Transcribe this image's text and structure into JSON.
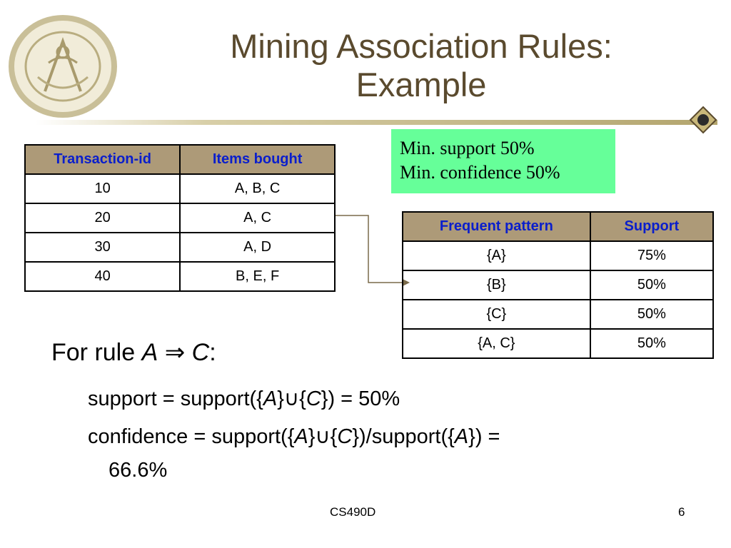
{
  "title": {
    "line1": "Mining Association Rules:",
    "line2": "Example"
  },
  "min_box": {
    "support": "Min. support 50%",
    "confidence": "Min. confidence 50%"
  },
  "transactions": {
    "headers": [
      "Transaction-id",
      "Items bought"
    ],
    "rows": [
      [
        "10",
        "A, B, C"
      ],
      [
        "20",
        "A, C"
      ],
      [
        "30",
        "A, D"
      ],
      [
        "40",
        "B, E, F"
      ]
    ]
  },
  "frequent": {
    "headers": [
      "Frequent pattern",
      "Support"
    ],
    "rows": [
      [
        "{A}",
        "75%"
      ],
      [
        "{B}",
        "50%"
      ],
      [
        "{C}",
        "50%"
      ],
      [
        "{A, C}",
        "50%"
      ]
    ]
  },
  "rule": {
    "prefix": "For rule ",
    "a": "A",
    "implies": " ⇒ ",
    "c": "C",
    "suffix": ":"
  },
  "support_line": {
    "p1": "support = support({",
    "a": "A",
    "p2": "}∪{",
    "c": "C",
    "p3": "}) = 50%"
  },
  "confidence_line": {
    "p1": "confidence = support({",
    "a": "A",
    "p2": "}∪{",
    "c": "C",
    "p3": "})/support({",
    "a2": "A",
    "p4": "}) =",
    "value": "66.6%"
  },
  "footer": {
    "course": "CS490D",
    "page": "6"
  },
  "colors": {
    "title": "#5a4a2e",
    "header_bg": "#ad9a78",
    "header_text": "#0a1ecc",
    "min_box": "#66ff99"
  }
}
